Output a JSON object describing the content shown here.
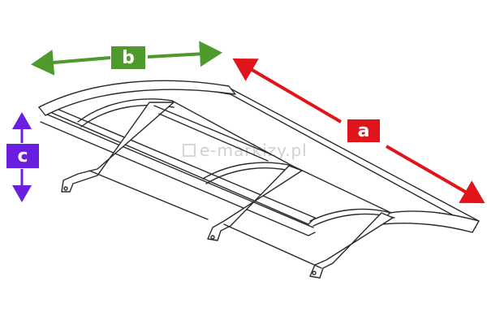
{
  "dimensions": {
    "a": {
      "label": "a",
      "color": "#e0141b"
    },
    "b": {
      "label": "b",
      "color": "#4f9a2c"
    },
    "c": {
      "label": "c",
      "color": "#6a1fe0"
    }
  },
  "watermark": {
    "text": "e-markizy.pl",
    "color": "#cfcfcf"
  },
  "drawing": {
    "line_color": "#2a2a2a",
    "fill_color": "#ffffff"
  }
}
